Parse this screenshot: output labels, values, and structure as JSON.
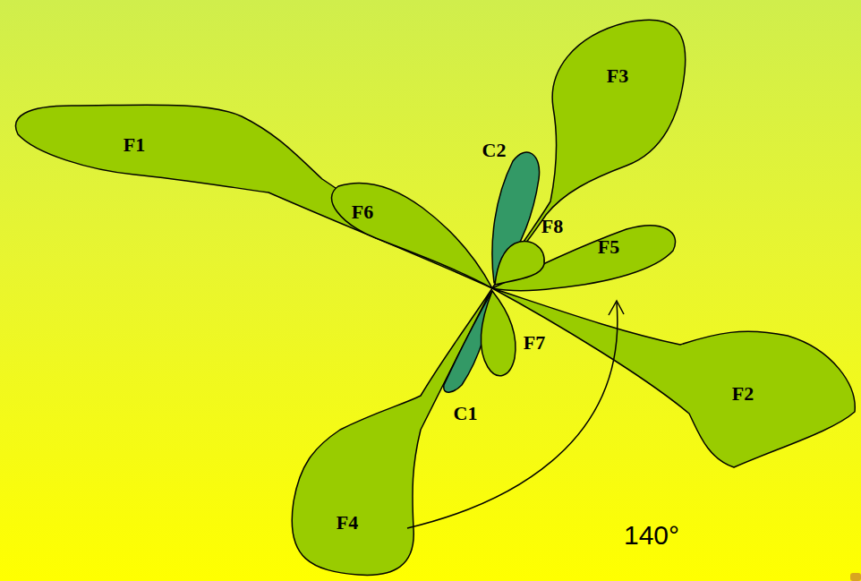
{
  "diagram": {
    "labels": [
      "F1",
      "F3",
      "C2",
      "F6",
      "F8",
      "F5",
      "F7",
      "C1",
      "F2",
      "F4",
      "140°"
    ]
  }
}
